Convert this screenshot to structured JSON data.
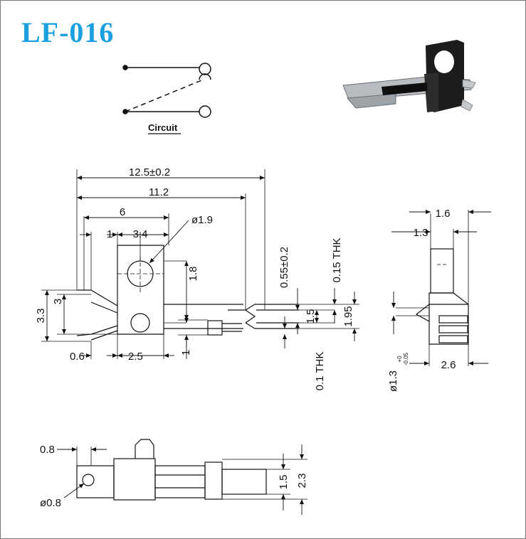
{
  "title": "LF-016",
  "circuit_label": "Circuit",
  "colors": {
    "title": "#1a9fdf",
    "line": "#111111",
    "photo_body": "#1c1c1c",
    "photo_metal": "#b8bcc0"
  },
  "dims": {
    "overall": "12.5±0.2",
    "inner": "11.2",
    "six": "6",
    "one": "1",
    "three_four": "3.4",
    "dia_big": "ø1.9",
    "one_eight": "1.8",
    "three_three": "3.3",
    "three": "3",
    "zero_six": "0.6",
    "two_five": "2.5",
    "one_bottom": "1",
    "thk055": "0.55±0.2",
    "thk015": "0.15 THK",
    "one_five": "1.5",
    "one_nine_five": "1.95",
    "thk01": "0.1 THK",
    "side_16": "1.6",
    "side_13": "1.3",
    "side_dia": "ø1.3",
    "side_tol_up": "+0",
    "side_tol_dn": "-0.05",
    "side_26": "2.6",
    "bot_08": "0.8",
    "bot_dia08": "ø0.8",
    "bot_15": "1.5",
    "bot_23": "2.3"
  }
}
